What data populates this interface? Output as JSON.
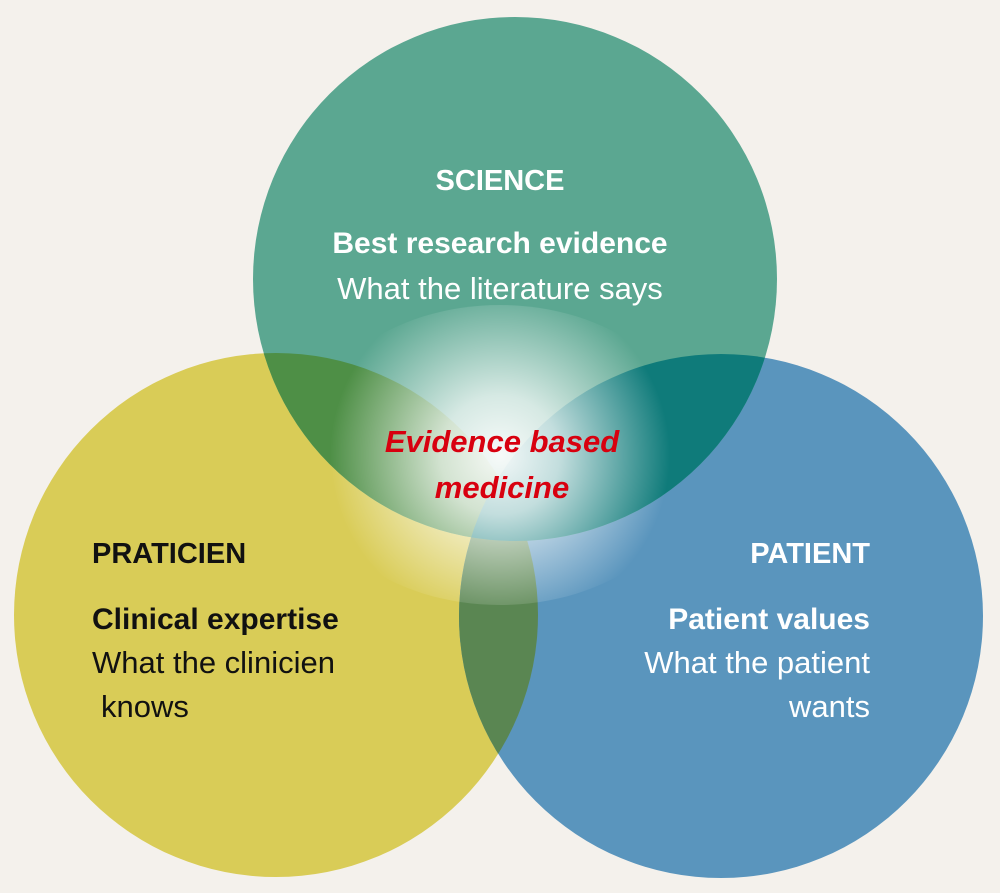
{
  "colors": {
    "background": "#f4f1ec",
    "science": "#5ba791",
    "praticien": "#d9cc57",
    "patient": "#5a95bd",
    "center_text": "#d8000f"
  },
  "science": {
    "heading": "SCIENCE",
    "title": "Best research evidence",
    "description": "What the literature says"
  },
  "praticien": {
    "heading": "PRATICIEN",
    "title": "Clinical expertise",
    "description_line1": "What the clinicien",
    "description_line2": "knows"
  },
  "patient": {
    "heading": "PATIENT",
    "title": "Patient values",
    "description_line1": "What the patient",
    "description_line2": "wants"
  },
  "center": {
    "line1": "Evidence based",
    "line2": "medicine"
  }
}
